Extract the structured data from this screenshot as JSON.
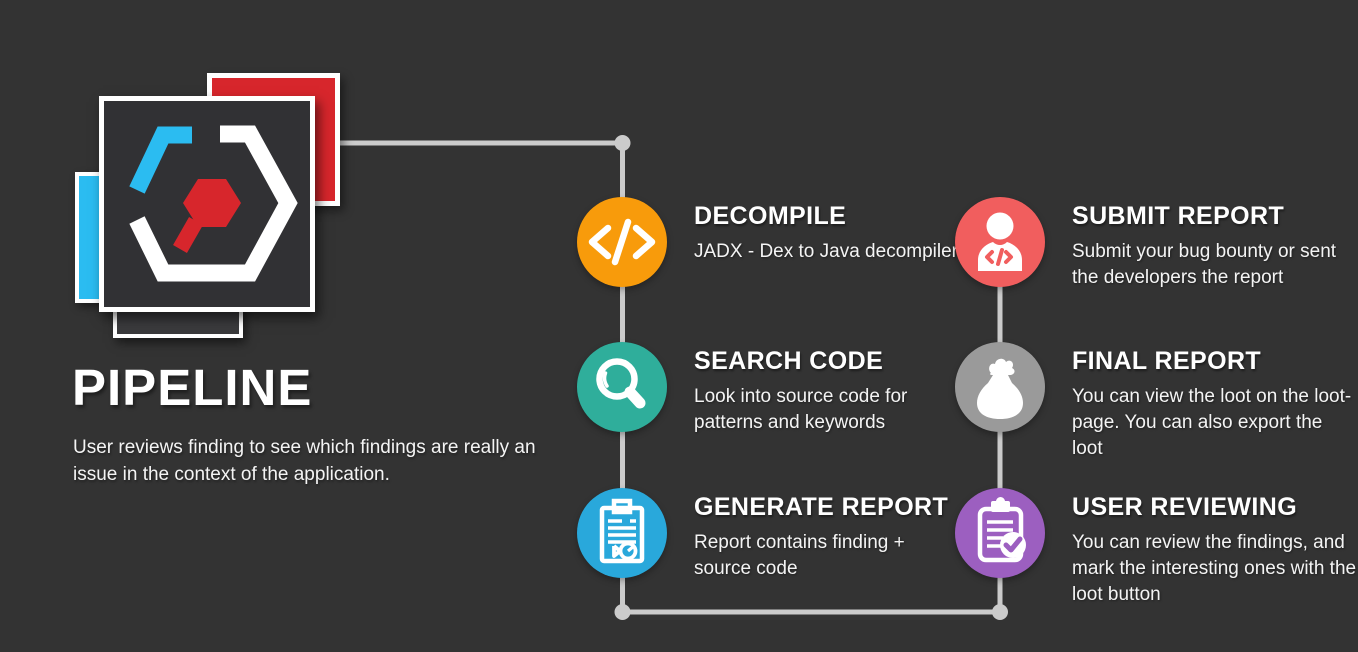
{
  "theme": {
    "background": "#333333",
    "connector_color": "#CBCBCB",
    "text_color": "#FFFFFF"
  },
  "header": {
    "title": "PIPELINE",
    "subtitle": "User reviews finding to see which findings are really an issue in the context of the application."
  },
  "logo": {
    "name": "hexagon-code-brand-logo",
    "colors": {
      "red_square": "#D7262C",
      "cyan_bar": "#2BBCF1",
      "dark_square": "#313134",
      "shadow_square": "#3A3A3C",
      "hex_white": "#FFFFFF",
      "hex_cyan": "#2BBCF1",
      "hex_red": "#D7262C"
    }
  },
  "steps": [
    {
      "id": "decompile",
      "title": "DECOMPILE",
      "description": "JADX - Dex to Java decompiler",
      "circle_color": "#F89B0B",
      "icon": "code-icon"
    },
    {
      "id": "search-code",
      "title": "SEARCH CODE",
      "description": "Look into source code for patterns and keywords",
      "circle_color": "#2FAE9B",
      "icon": "magnifier-icon"
    },
    {
      "id": "generate-report",
      "title": "GENERATE REPORT",
      "description": "Report contains finding + source code",
      "circle_color": "#29A8DB",
      "icon": "report-document-icon"
    },
    {
      "id": "submit-report",
      "title": "SUBMIT REPORT",
      "description": "Submit your bug bounty or sent the developers the report",
      "circle_color": "#F15E5E",
      "icon": "developer-person-icon"
    },
    {
      "id": "final-report",
      "title": "FINAL REPORT",
      "description": "You can view the loot on the loot-page. You can also export the loot",
      "circle_color": "#9A9A9A",
      "icon": "money-bag-icon"
    },
    {
      "id": "user-reviewing",
      "title": "USER REVIEWING",
      "description": "You can review the findings, and mark the interesting ones with the loot button",
      "circle_color": "#9C5FC0",
      "icon": "clipboard-check-icon"
    }
  ]
}
